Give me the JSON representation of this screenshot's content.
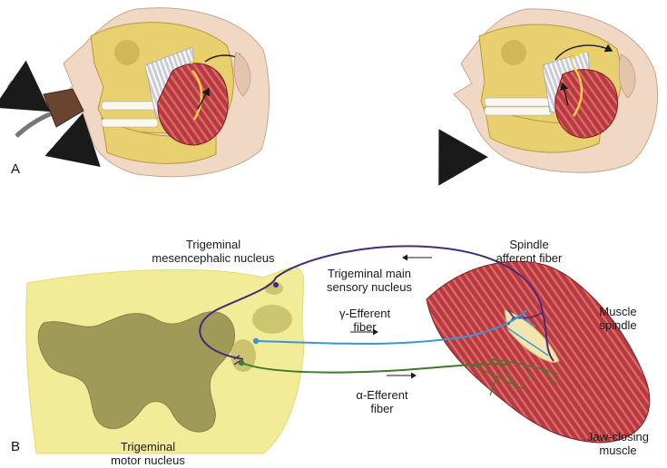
{
  "panels": {
    "a": "A",
    "b": "B"
  },
  "labels": {
    "mesencephalic": [
      "Trigeminal",
      "mesencephalic nucleus"
    ],
    "spindle_afferent": [
      "Spindle",
      "afferent fiber"
    ],
    "main_sensory": [
      "Trigeminal main",
      "sensory nucleus"
    ],
    "gamma_efferent": [
      "γ-Efferent",
      "fiber"
    ],
    "muscle_spindle": [
      "Muscle",
      "spindle"
    ],
    "alpha_efferent": [
      "α-Efferent",
      "fiber"
    ],
    "motor_nucleus": [
      "Trigeminal",
      "motor nucleus"
    ],
    "jaw_closing": [
      "Jaw-closing",
      "muscle"
    ]
  },
  "colors": {
    "brainstem": "#f2ec98",
    "gray_matter": "#a09a58",
    "afferent_fiber": "#4a2a78",
    "gamma_fiber": "#3a96d6",
    "alpha_fiber": "#3f7a2e",
    "muscle": "#b83a3e",
    "bone": "#e8d070",
    "skin": "#f1d8c4"
  }
}
